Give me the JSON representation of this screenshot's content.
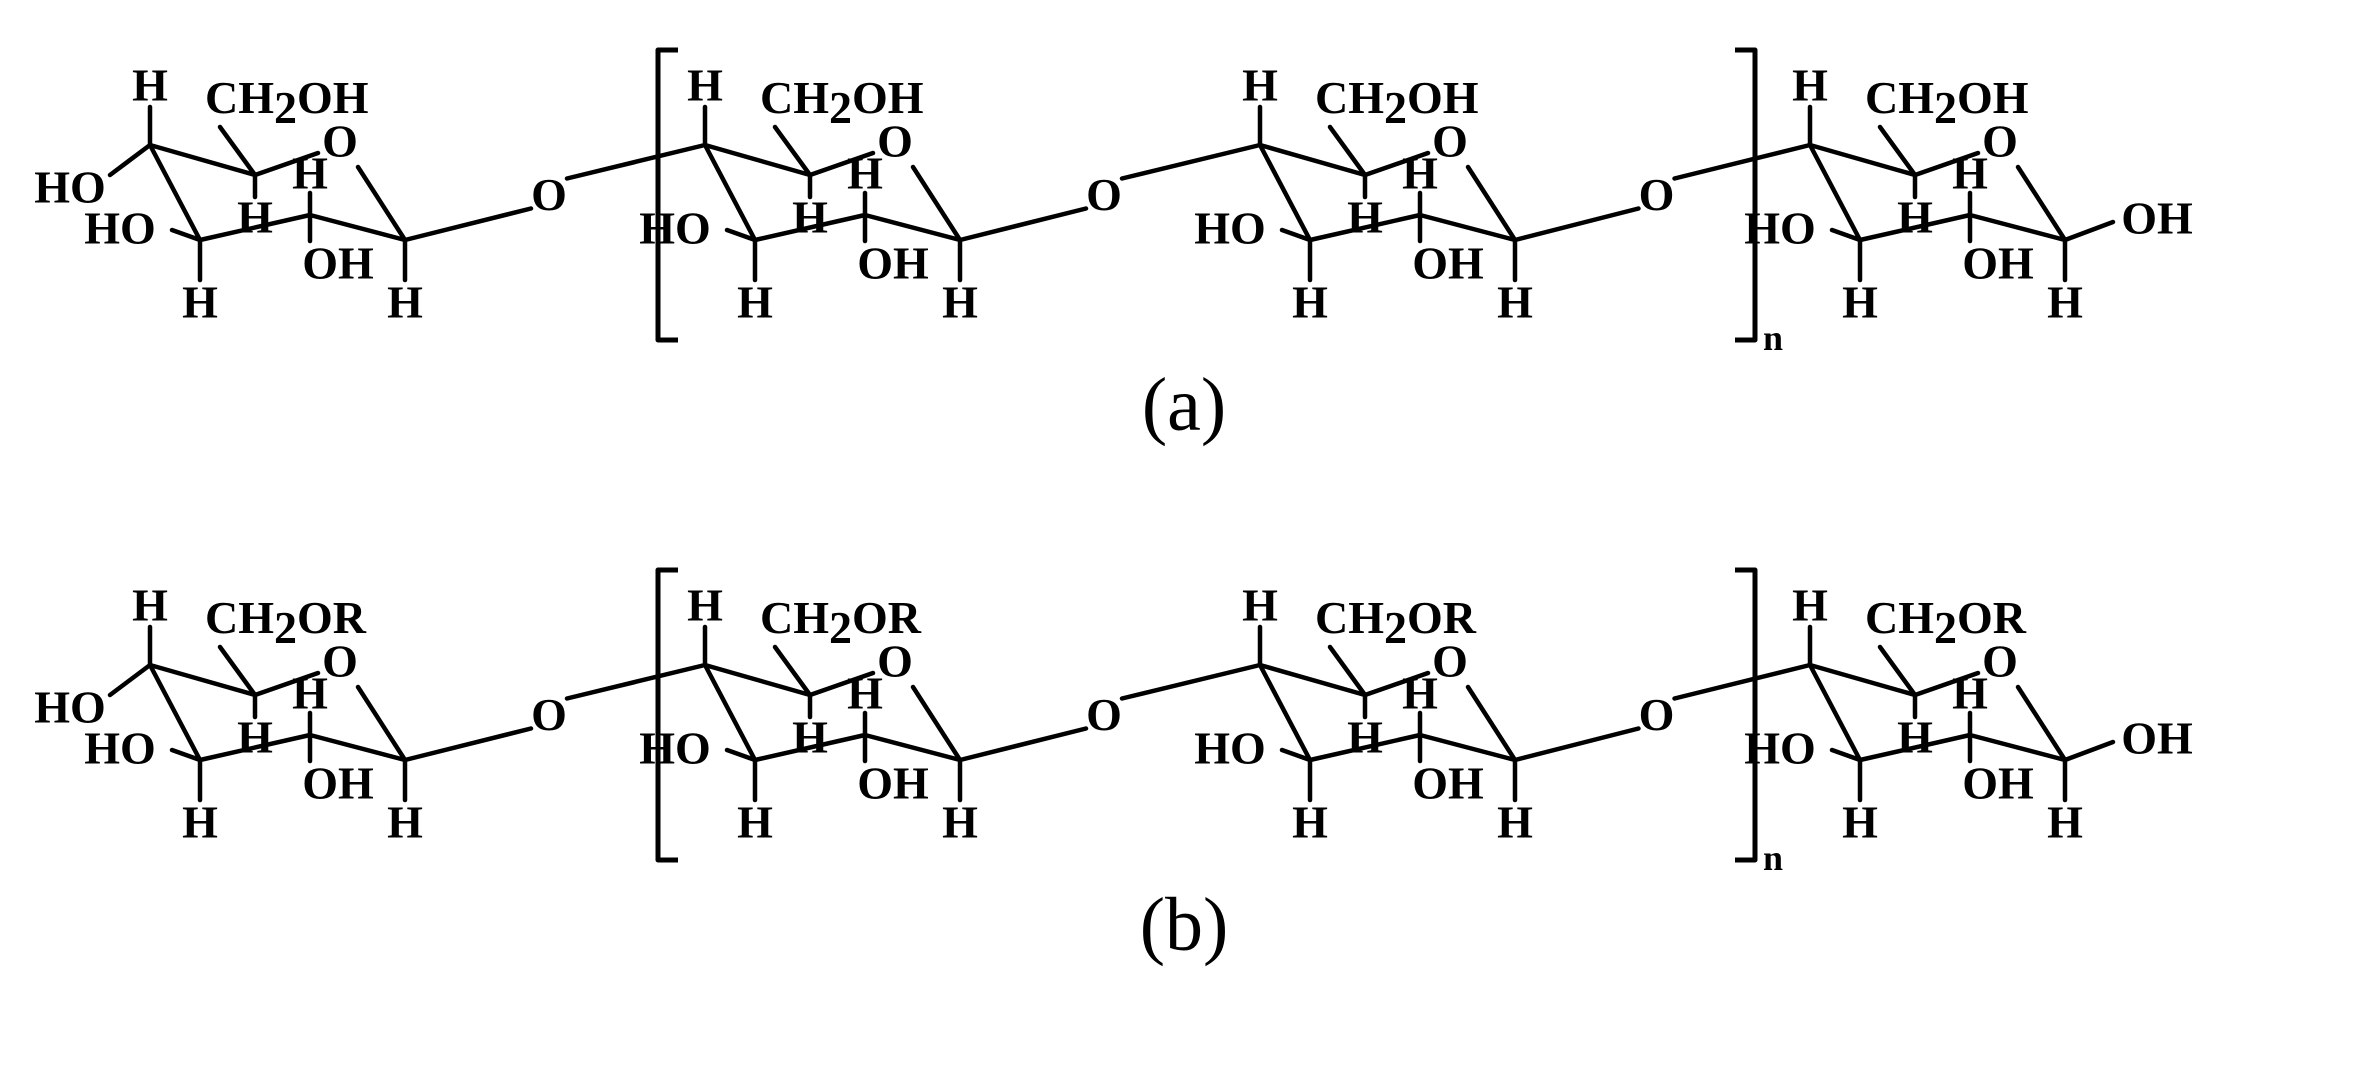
{
  "figure": {
    "panels": [
      {
        "caption": "(a)",
        "side_group": "CH2OH",
        "side_group_parts": [
          "CH",
          "2",
          "OH"
        ]
      },
      {
        "caption": "(b)",
        "side_group": "CH2OR",
        "side_group_parts": [
          "CH",
          "2",
          "OR"
        ]
      }
    ],
    "labels": {
      "hydrogen": "H",
      "ring_oxygen": "O",
      "linkage_oxygen": "O",
      "hydroxyl_right": "OH",
      "hydroxyl_left": "HO",
      "repeat_subscript": "n"
    },
    "units_per_chain": 4,
    "repeat_unit_count": 2
  }
}
